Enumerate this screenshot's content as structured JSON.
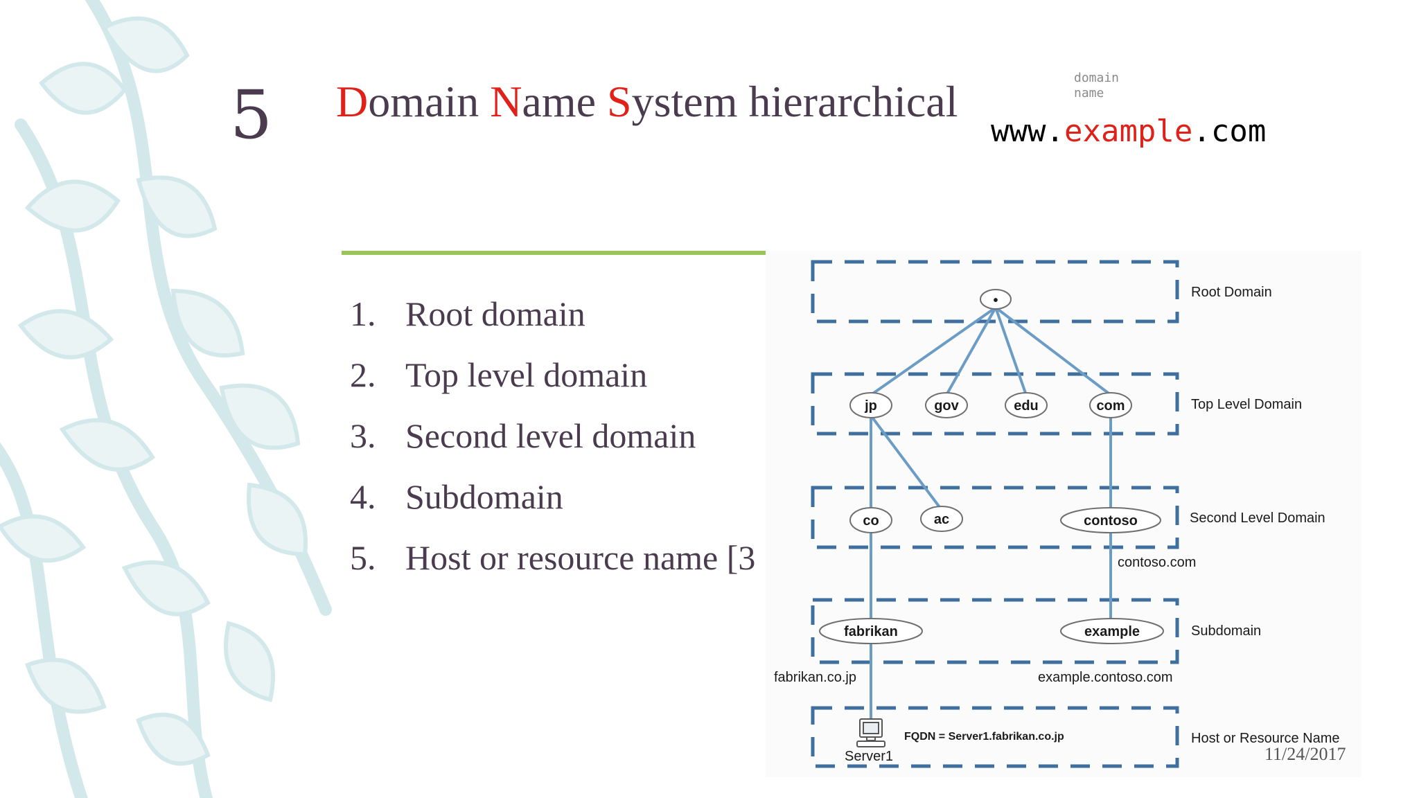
{
  "slide": {
    "number": "5",
    "title_parts": [
      {
        "text": "D",
        "red": true
      },
      {
        "text": "omain ",
        "red": false
      },
      {
        "text": "N",
        "red": true
      },
      {
        "text": "ame ",
        "red": false
      },
      {
        "text": "S",
        "red": true
      },
      {
        "text": "ystem hierarchical",
        "red": false
      }
    ],
    "date": "11/24/2017"
  },
  "list": [
    {
      "num": "1.",
      "text": "Root domain"
    },
    {
      "num": "2.",
      "text": "Top level domain"
    },
    {
      "num": "3.",
      "text": "Second level domain"
    },
    {
      "num": "4.",
      "text": "Subdomain"
    },
    {
      "num": "5.",
      "text": "Host or resource name [3"
    }
  ],
  "url_figure": {
    "label_line1": "domain",
    "label_line2": "name",
    "prefix": "www.",
    "highlight": "example",
    "suffix": ".com"
  },
  "diagram": {
    "levels": [
      "Root Domain",
      "Top Level Domain",
      "Second Level Domain",
      "Subdomain",
      "Host or Resource Name"
    ],
    "root_symbol": "•",
    "tld_nodes": [
      "jp",
      "gov",
      "edu",
      "com"
    ],
    "second_level_nodes": [
      "co",
      "ac",
      "contoso"
    ],
    "subdomain_nodes": [
      "fabrikan",
      "example"
    ],
    "domain_labels": {
      "contoso": "contoso.com",
      "fabrikan": "fabrikan.co.jp",
      "example": "example.contoso.com"
    },
    "fqdn": "FQDN = Server1.fabrikan.co.jp",
    "host_name": "Server1",
    "colors": {
      "dash": "#3f6f9f",
      "line": "#6a9cc6",
      "text": "#1a1a1a"
    }
  },
  "colors": {
    "accent_red": "#e0211a",
    "rule_green": "#99c55a",
    "title_text": "#4a3b4e",
    "leaf": "#cfe5e8"
  }
}
